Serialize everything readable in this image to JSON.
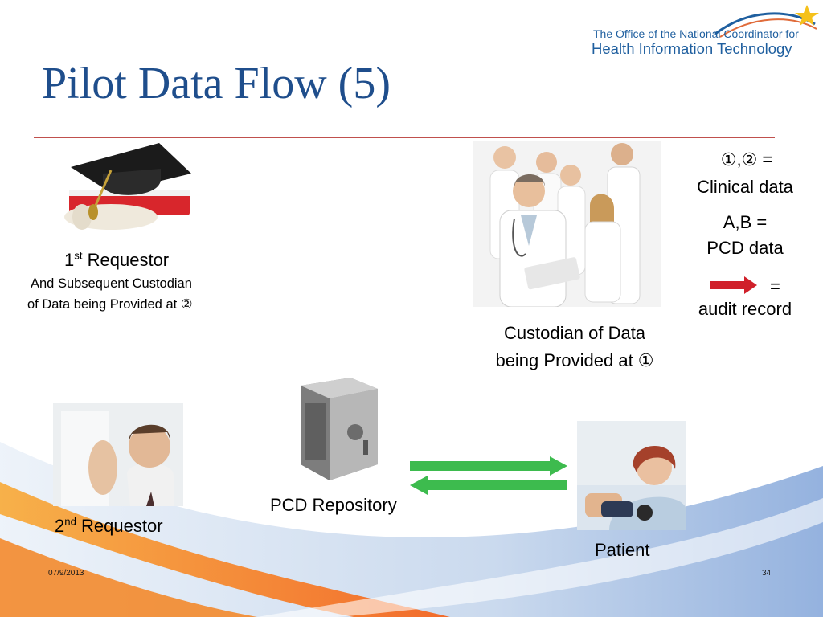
{
  "logo": {
    "line1": "The Office of the National Coordinator for",
    "line2": "Health Information Technology"
  },
  "title": "Pilot Data Flow (5)",
  "first_requestor": {
    "label_prefix": "1",
    "label_sup": "st",
    "label_suffix": " Requestor",
    "desc_line1": "And Subsequent Custodian",
    "desc_line2": "of Data being Provided at ②"
  },
  "custodian": {
    "line1": "Custodian of Data",
    "line2": "being Provided at ①"
  },
  "legend": {
    "clinical_symbols": "①,② =",
    "clinical_label": "Clinical data",
    "pcd_symbols": "A,B =",
    "pcd_label": "PCD data",
    "audit_equals": "=",
    "audit_label": "audit record"
  },
  "repository_label": "PCD Repository",
  "second_requestor": {
    "label_prefix": "2",
    "label_sup": "nd",
    "label_suffix": " Requestor"
  },
  "patient_label": "Patient",
  "footer": {
    "date": "07/9/2013",
    "page_number": "34"
  },
  "colors": {
    "title": "#1f4e8c",
    "rule": "#c0504d",
    "green_arrow": "#3dbb4e",
    "red_arrow": "#d0202a",
    "logo": "#1f5f9f"
  }
}
